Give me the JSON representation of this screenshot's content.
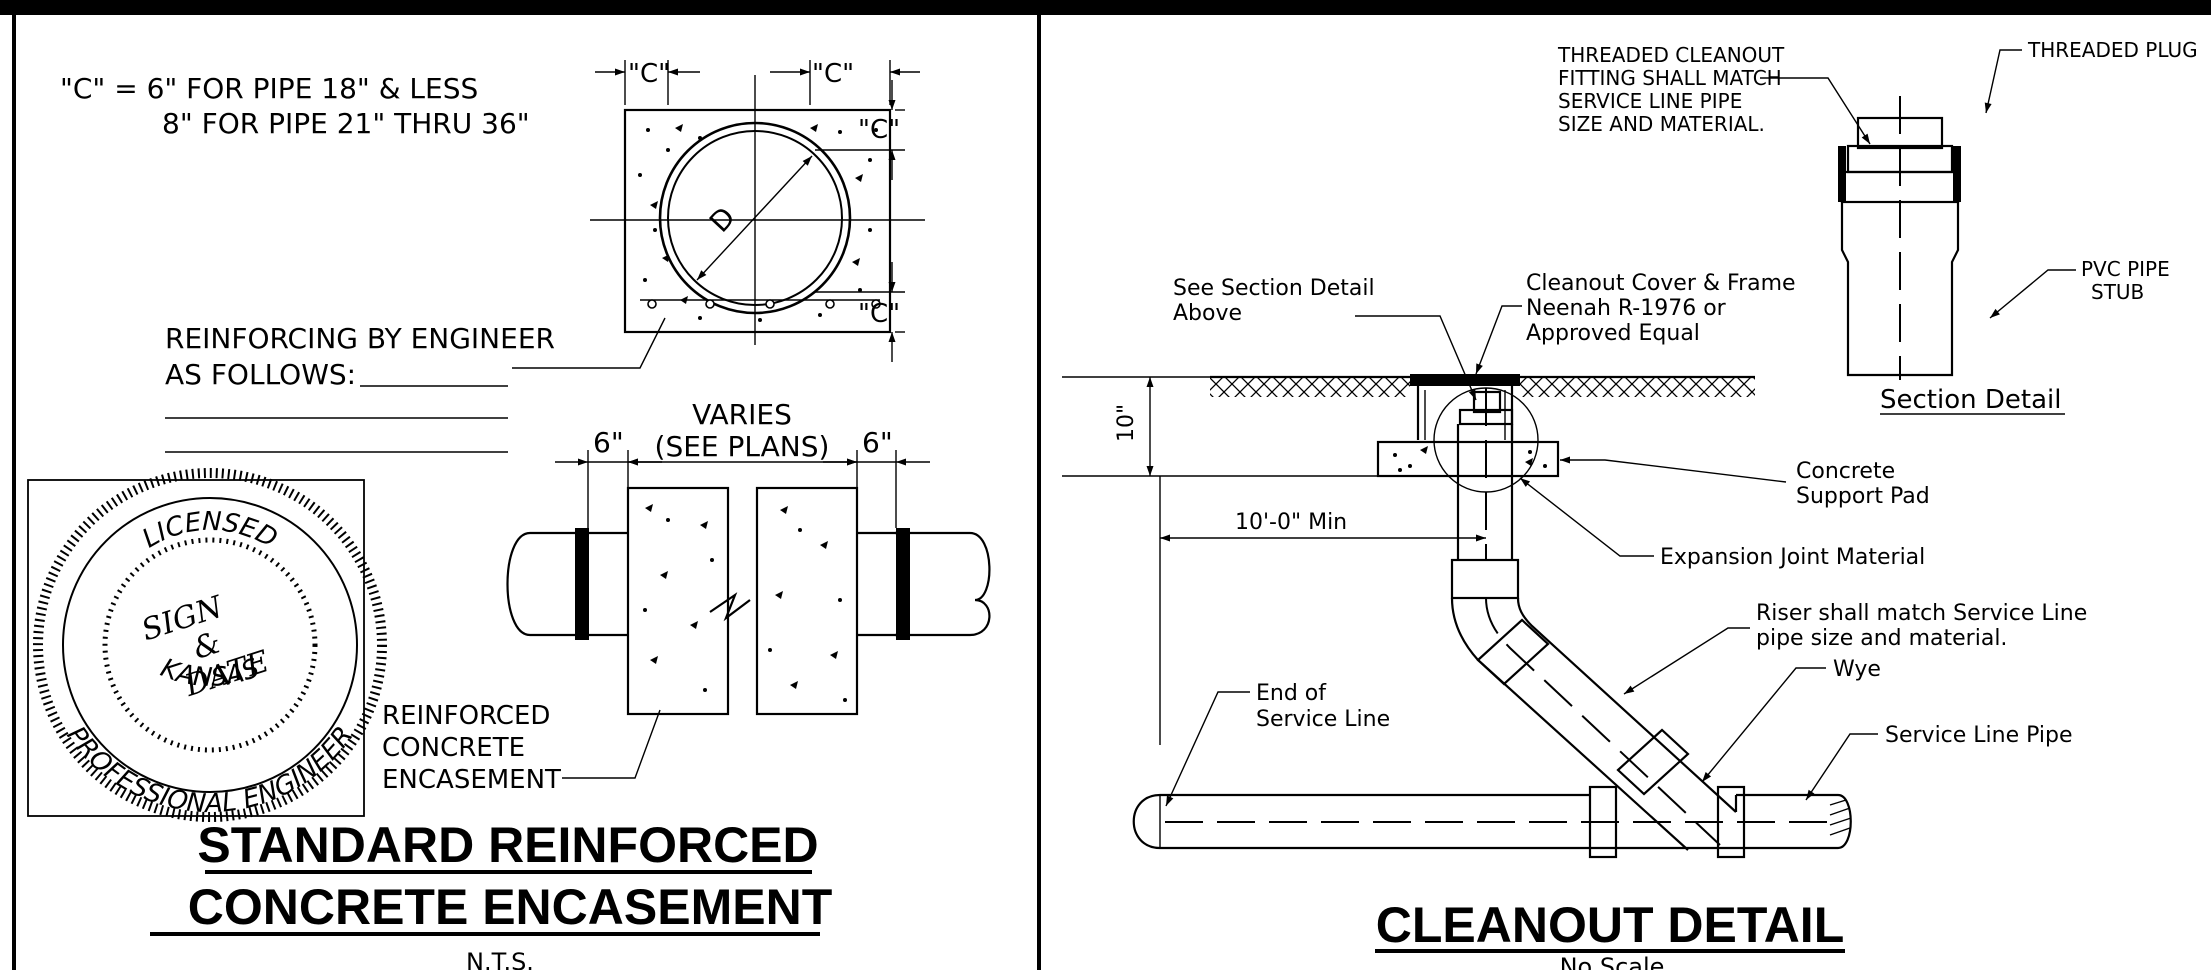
{
  "left_panel": {
    "c_note_line1": "\"C\" = 6\" FOR PIPE 18\" & LESS",
    "c_note_line2": "8\" FOR PIPE 21\" THRU 36\"",
    "dim_c": "\"C\"",
    "dim_d": "D",
    "reinforcing_line1": "REINFORCING BY ENGINEER",
    "reinforcing_line2": "AS FOLLOWS:",
    "dim_six": "6\"",
    "varies_line1": "VARIES",
    "varies_line2": "(SEE PLANS)",
    "encasement_label_1": "REINFORCED",
    "encasement_label_2": "CONCRETE",
    "encasement_label_3": "ENCASEMENT",
    "title_line1": "STANDARD REINFORCED",
    "title_line2": "CONCRETE ENCASEMENT",
    "scale": "N.T.S."
  },
  "stamp": {
    "top_arc": "LICENSED",
    "bottom_arc": "KANSAS",
    "outer_arc": "PROFESSIONAL ENGINEER",
    "sign": "SIGN",
    "amp": "&",
    "date": "DATE"
  },
  "right_panel": {
    "threaded_fitting_1": "THREADED CLEANOUT",
    "threaded_fitting_2": "FITTING SHALL MATCH",
    "threaded_fitting_3": "SERVICE LINE PIPE",
    "threaded_fitting_4": "SIZE AND MATERIAL.",
    "threaded_plug": "THREADED PLUG",
    "pvc_pipe_1": "PVC PIPE",
    "pvc_pipe_2": "STUB",
    "section_detail": "Section Detail",
    "see_section_1": "See Section Detail",
    "see_section_2": "Above",
    "cover_1": "Cleanout Cover & Frame",
    "cover_2": "Neenah R-1976 or",
    "cover_3": "Approved Equal",
    "dim_ten_in": "10\"",
    "concrete_pad_1": "Concrete",
    "concrete_pad_2": "Support Pad",
    "dim_ten_ft": "10'-0\" Min",
    "expansion_joint": "Expansion Joint Material",
    "riser_1": "Riser shall match Service Line",
    "riser_2": "pipe size and material.",
    "wye": "Wye",
    "end_of_1": "End of",
    "end_of_2": "Service Line",
    "service_pipe": "Service Line Pipe",
    "title": "CLEANOUT DETAIL",
    "scale": "No Scale"
  }
}
